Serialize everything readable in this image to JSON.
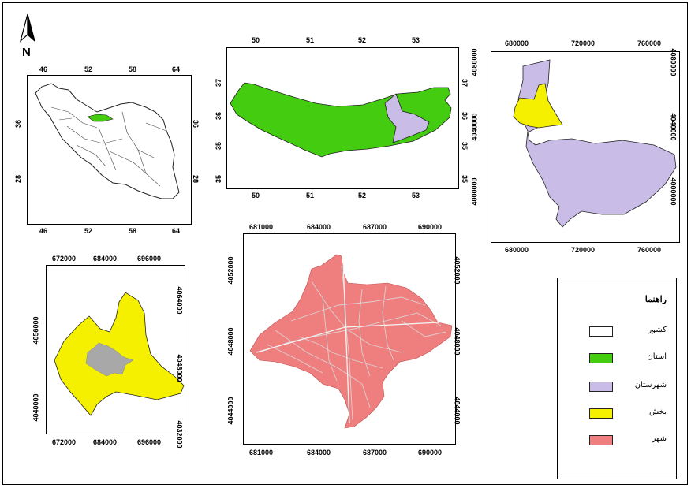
{
  "north_arrow": {
    "label": "N"
  },
  "panels": {
    "country": {
      "top_ticks": [
        "46",
        "52",
        "58",
        "64"
      ],
      "bottom_ticks": [
        "46",
        "52",
        "58",
        "64"
      ],
      "left_ticks": [
        "36",
        "28"
      ],
      "right_ticks": [
        "36",
        "28"
      ]
    },
    "province": {
      "top_ticks": [
        "50",
        "51",
        "52",
        "53"
      ],
      "bottom_ticks": [
        "50",
        "51",
        "52",
        "53"
      ],
      "left_ticks": [
        "37",
        "36",
        "35",
        "35"
      ],
      "right_ticks": [
        "37",
        "36",
        "35",
        "35"
      ]
    },
    "county": {
      "top_ticks": [
        "680000",
        "720000",
        "760000"
      ],
      "bottom_ticks": [
        "680000",
        "720000",
        "760000"
      ],
      "left_ticks": [
        "4080000",
        "4040000",
        "4000000"
      ],
      "right_ticks": [
        "4080000",
        "4040000",
        "4000000"
      ]
    },
    "district": {
      "top_ticks": [
        "672000",
        "684000",
        "696000"
      ],
      "bottom_ticks": [
        "672000",
        "684000",
        "696000"
      ],
      "left_ticks": [
        "4056000",
        "4040000"
      ],
      "right_ticks": [
        "4064000",
        "4048000",
        "4032000"
      ]
    },
    "city": {
      "top_ticks": [
        "681000",
        "684000",
        "687000",
        "690000"
      ],
      "bottom_ticks": [
        "681000",
        "684000",
        "687000",
        "690000"
      ],
      "left_ticks": [
        "4052000",
        "4048000",
        "4044000"
      ],
      "right_ticks": [
        "4052000",
        "4048000",
        "4044000"
      ]
    }
  },
  "legend": {
    "title": "راهنما",
    "items": [
      {
        "label": "کشور",
        "color": "#ffffff"
      },
      {
        "label": "استان",
        "color": "#44cc11"
      },
      {
        "label": "شهرستان",
        "color": "#c9bde8"
      },
      {
        "label": "بخش",
        "color": "#f5f000"
      },
      {
        "label": "شهر",
        "color": "#ef7f7f"
      }
    ]
  },
  "colors": {
    "province": "#44cc11",
    "county": "#c9bde8",
    "district": "#f5f000",
    "city": "#ef7f7f",
    "city_streets": "#c9c9c9",
    "district_city": "#a8a8a8"
  }
}
